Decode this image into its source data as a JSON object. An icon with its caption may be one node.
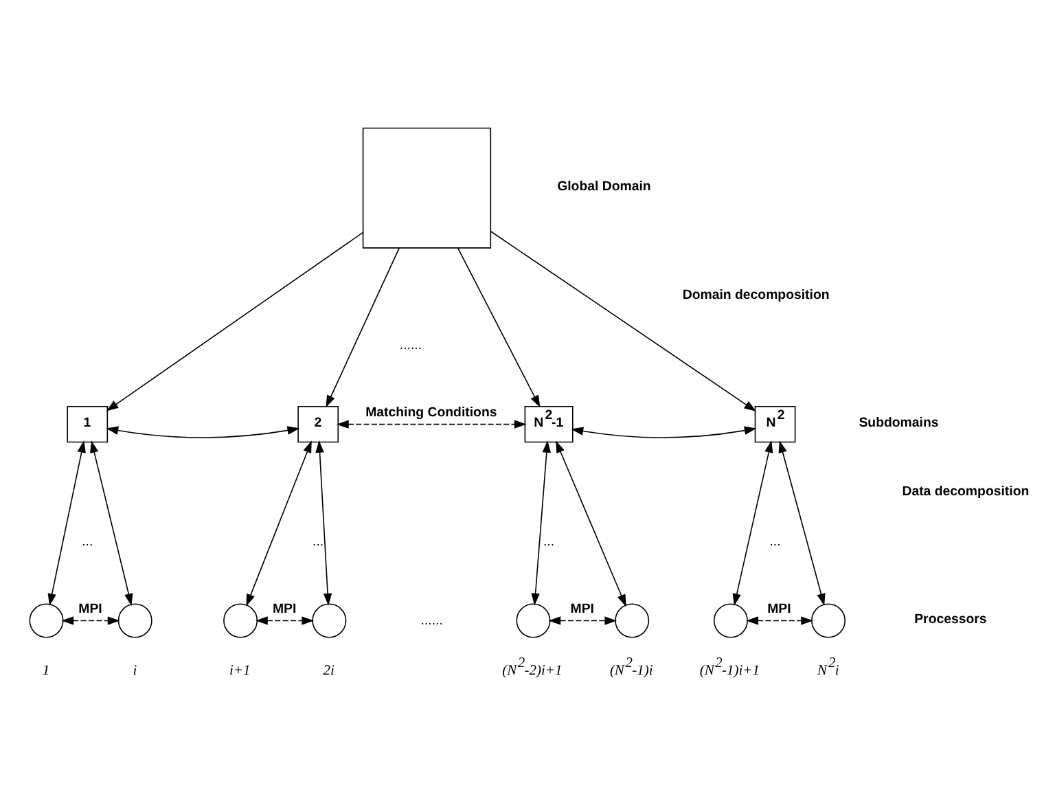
{
  "diagram": {
    "nodes": [
      {
        "text": [],
        "shape": "box"
      },
      {
        "text": [
          "1"
        ]
      },
      {
        "text": [
          "2"
        ]
      },
      {
        "text": [
          "N$^{2}$-1"
        ]
      },
      {
        "text": [
          "N$^{2}$"
        ]
      },
      {
        "text": [],
        "shape": "circle",
        "beside": [
          "1"
        ]
      },
      {
        "text": [],
        "shape": "circle",
        "beside": [
          "i"
        ]
      },
      {
        "text": [],
        "shape": "circle",
        "beside": [
          "i+1"
        ]
      },
      {
        "text": [],
        "shape": "circle",
        "beside": [
          "2i"
        ]
      },
      {
        "text": [],
        "shape": "circle",
        "beside": [
          "(N$^{2}$-2)i+1"
        ]
      },
      {
        "text": [],
        "shape": "circle",
        "beside": [
          "(N$^{2}$-1)i"
        ]
      },
      {
        "text": [],
        "shape": "circle",
        "beside": [
          "(N$^{2}$-1)i+1"
        ]
      },
      {
        "text": [],
        "shape": "circle",
        "beside": [
          "N$^{2}$i"
        ]
      }
    ],
    "edges": [
      {
        "from": 0,
        "to": 1,
        "arrow": "to"
      },
      {
        "from": 0,
        "to": 2,
        "arrow": "to"
      },
      {
        "from": 0,
        "to": 3,
        "arrow": "to"
      },
      {
        "from": 0,
        "to": 4,
        "arrow": "to"
      },
      {
        "from": 1,
        "to": 2,
        "arrow": "both"
      },
      {
        "from": 2,
        "to": 3,
        "arrow": "both",
        "label": "Matching Conditions",
        "style": "dashed"
      },
      {
        "from": 3,
        "to": 4,
        "arrow": "both"
      },
      {
        "from": 1,
        "to": 5,
        "arrow": "both"
      },
      {
        "from": 1,
        "to": 6,
        "arrow": "both"
      },
      {
        "from": 2,
        "to": 7,
        "arrow": "both"
      },
      {
        "from": 2,
        "to": 8,
        "arrow": "both"
      },
      {
        "from": 3,
        "to": 9,
        "arrow": "both"
      },
      {
        "from": 3,
        "to": 10,
        "arrow": "both"
      },
      {
        "from": 4,
        "to": 11,
        "arrow": "both"
      },
      {
        "from": 4,
        "to": 12,
        "arrow": "both"
      },
      {
        "from": 5,
        "to": 6,
        "arrow": "both",
        "label": "MPI",
        "style": "dashed"
      },
      {
        "from": 7,
        "to": 8,
        "arrow": "both",
        "label": "MPI",
        "style": "dashed"
      },
      {
        "from": 9,
        "to": 10,
        "arrow": "both",
        "label": "MPI",
        "style": "dashed"
      },
      {
        "from": 11,
        "to": 12,
        "arrow": "both",
        "label": "MPI",
        "style": "dashed"
      }
    ],
    "labels": [
      "Global Domain",
      "Domain decomposition",
      "......",
      "Subdomains",
      "...",
      "...",
      "...",
      "...",
      "Data decomposition",
      "......",
      "Processors"
    ]
  }
}
